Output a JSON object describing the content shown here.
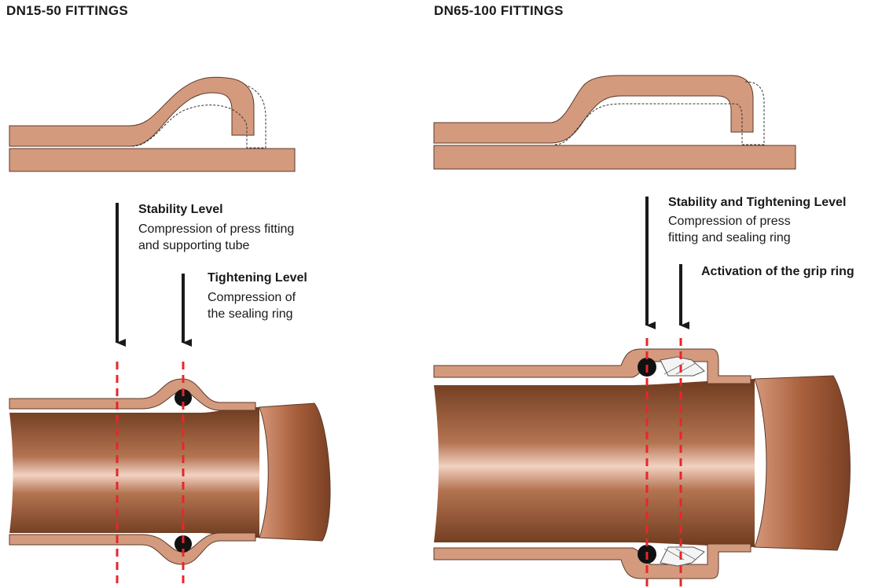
{
  "left_panel": {
    "title": "DN15-50 FITTINGS",
    "stability": {
      "heading": "Stability Level",
      "line1": "Compression of press fitting",
      "line2": "and supporting tube"
    },
    "tightening": {
      "heading": "Tightening Level",
      "line1": "Compression of",
      "line2": "the sealing ring"
    }
  },
  "right_panel": {
    "title": "DN65-100 FITTINGS",
    "stability_tightening": {
      "heading": "Stability and Tightening Level",
      "line1": "Compression of press",
      "line2": "fitting and sealing ring"
    },
    "grip": {
      "heading": "Activation of the grip ring"
    }
  },
  "colors": {
    "copper_flat": "#D49A7E",
    "copper_stroke": "#5a3a2a",
    "pipe_dark": "#6E3A1E",
    "pipe_mid": "#B47452",
    "pipe_light": "#F2D2C2",
    "guide_line": "#E8262A",
    "arrow": "#1a1a1a",
    "seal_ring": "#111111"
  }
}
